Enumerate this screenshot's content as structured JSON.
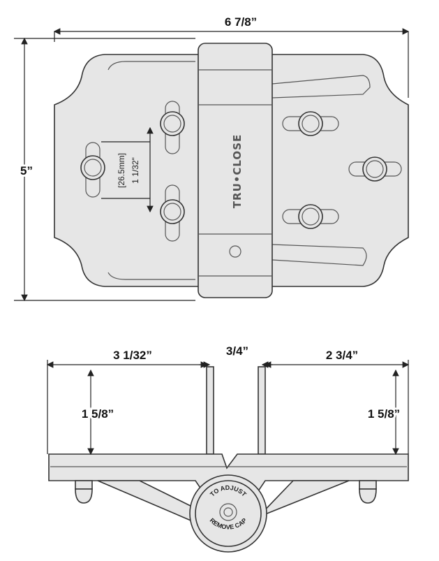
{
  "top_view": {
    "width_dim": "6 7/8”",
    "height_dim": "5”",
    "slot_dim_mm": "[26.5mm]",
    "slot_dim_in": "1 1/32\"",
    "brand": "TRU•CLOSE"
  },
  "side_view": {
    "left_width_dim": "3 1/32”",
    "gap_dim": "3/4”",
    "right_width_dim": "2 3/4”",
    "left_height_dim": "1 5/8”",
    "right_height_dim": "1 5/8”",
    "cap_text_top": "TO ADJUST",
    "cap_text_bottom": "REMOVE CAP"
  }
}
